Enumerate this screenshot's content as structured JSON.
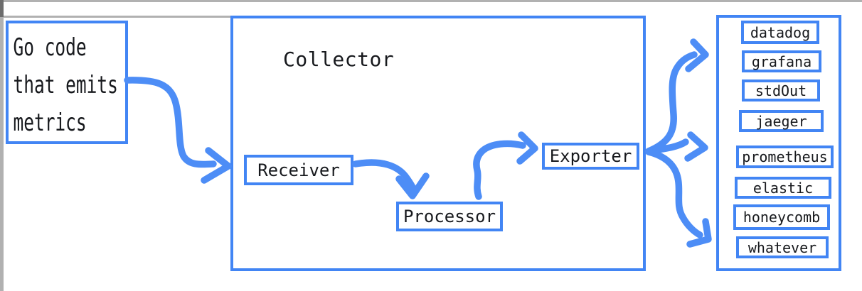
{
  "colors": {
    "box_border": "#4285f4",
    "arrow": "#4d8df6",
    "text": "#17191d",
    "edge_gray": "#b1b1b1",
    "edge_dark_gray": "#6d6d6d"
  },
  "source_box": {
    "line1": "Go code",
    "line2": "that emits",
    "line3": "metrics"
  },
  "collector": {
    "title": "Collector",
    "receiver_label": "Receiver",
    "processor_label": "Processor",
    "exporter_label": "Exporter"
  },
  "destinations": {
    "items": [
      "datadog",
      "grafana",
      "stdOut",
      "jaeger",
      "prometheus",
      "elastic",
      "honeycomb",
      "whatever"
    ]
  }
}
